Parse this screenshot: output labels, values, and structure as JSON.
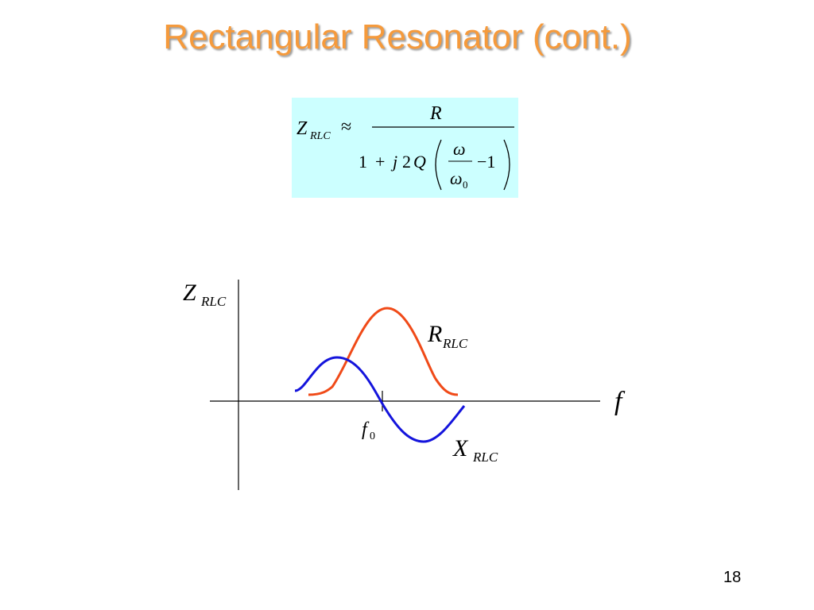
{
  "slide": {
    "title": "Rectangular Resonator (cont.)",
    "page_number": "18"
  },
  "formula": {
    "lhs_symbol": "Z",
    "lhs_subscript": "RLC",
    "approx": "≈",
    "numerator": "R",
    "denom_one": "1",
    "denom_plus": "+",
    "denom_j": "j",
    "denom_two": "2",
    "denom_q": "Q",
    "omega": "ω",
    "omega_zero_subscript": "0",
    "minus_one": "−1",
    "background_color": "#ccffff"
  },
  "diagram": {
    "y_axis_label": "Z",
    "y_axis_subscript": "RLC",
    "x_axis_label": "f",
    "f0_symbol": "f",
    "f0_subscript": "0",
    "r_label": "R",
    "r_subscript": "RLC",
    "x_label": "X",
    "x_subscript": "RLC",
    "colors": {
      "resistance_curve": "#f04a18",
      "reactance_curve": "#1414dc",
      "axes": "#000000"
    }
  }
}
